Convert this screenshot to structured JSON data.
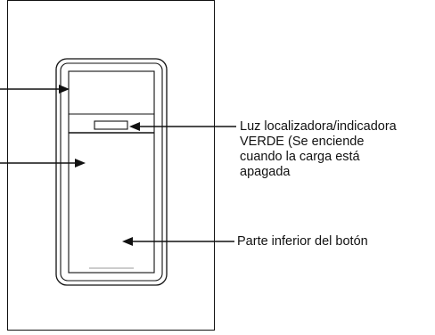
{
  "labels": {
    "locator_light": {
      "line1": "Luz localizadora/indicadora",
      "line2": "VERDE (Se enciende",
      "line3": "cuando la carga está",
      "line4": "apagada"
    },
    "bottom_button": "Parte inferior del botón"
  },
  "colors": {
    "stroke": "#111111",
    "background": "#ffffff"
  }
}
